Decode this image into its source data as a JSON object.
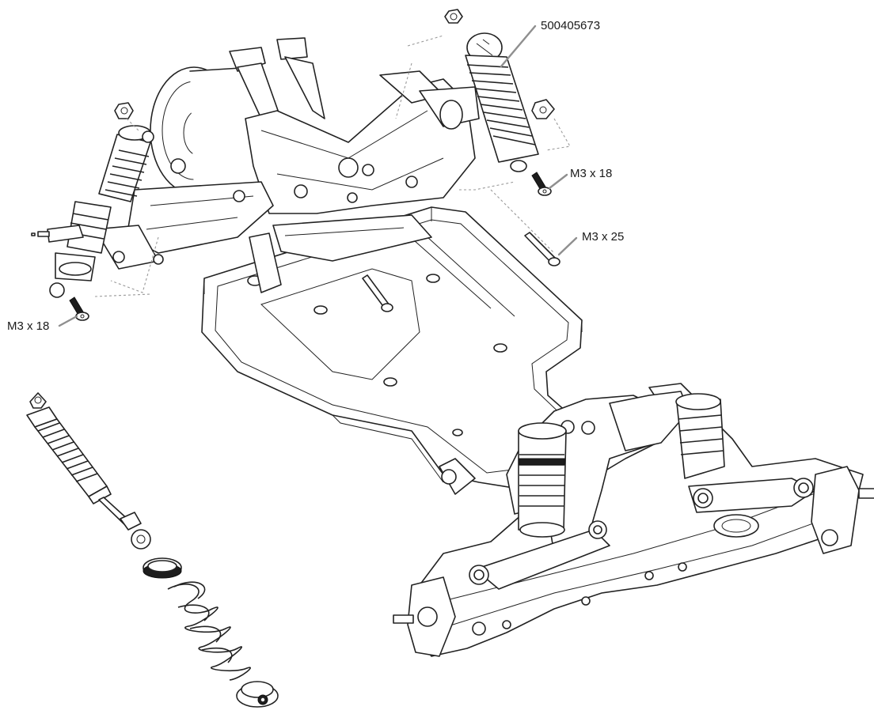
{
  "labels": {
    "shock_part_no": "500405673",
    "screw_front_upper": "M3 x 18",
    "screw_pin": "M3 x 25",
    "screw_front_left": "M3 x 18"
  }
}
